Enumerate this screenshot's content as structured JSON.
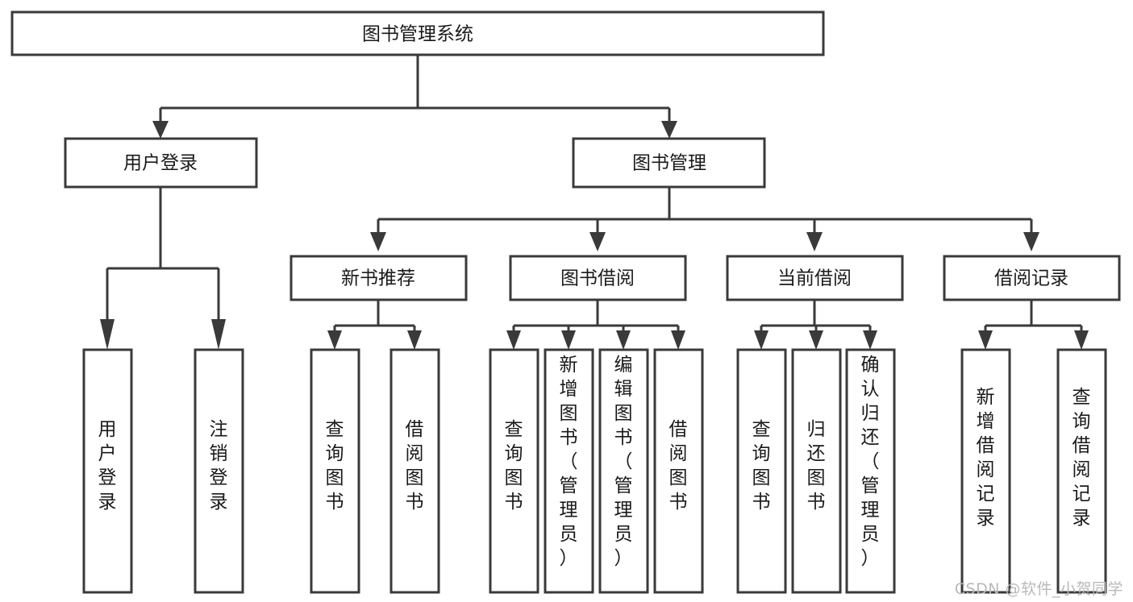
{
  "diagram": {
    "title": "图书管理系统",
    "type": "tree-hierarchy",
    "watermark": "CSDN @软件_小贺同学",
    "colors": {
      "stroke": "#3a3a3a",
      "fill": "#ffffff",
      "text": "#1a1a1a",
      "watermark": "#b9b9b9",
      "background": "#ffffff"
    },
    "nodes": {
      "root": {
        "label": "图书管理系统",
        "orientation": "horizontal"
      },
      "tier2": [
        {
          "id": "user-login",
          "label": "用户登录",
          "orientation": "horizontal"
        },
        {
          "id": "book-management",
          "label": "图书管理",
          "orientation": "horizontal"
        }
      ],
      "tier3": [
        {
          "id": "new-book-recommend",
          "label": "新书推荐",
          "orientation": "horizontal"
        },
        {
          "id": "book-borrow",
          "label": "图书借阅",
          "orientation": "horizontal"
        },
        {
          "id": "current-borrow",
          "label": "当前借阅",
          "orientation": "horizontal"
        },
        {
          "id": "borrow-record",
          "label": "借阅记录",
          "orientation": "horizontal"
        }
      ],
      "leaves": {
        "user-login": [
          {
            "id": "leaf-user-login",
            "label": "用户登录",
            "orientation": "vertical"
          },
          {
            "id": "leaf-user-logout",
            "label": "注销登录",
            "orientation": "vertical"
          }
        ],
        "new-book-recommend": [
          {
            "id": "leaf-query-book-1",
            "label": "查询图书",
            "orientation": "vertical"
          },
          {
            "id": "leaf-borrow-book-1",
            "label": "借阅图书",
            "orientation": "vertical"
          }
        ],
        "book-borrow": [
          {
            "id": "leaf-query-book-2",
            "label": "查询图书",
            "orientation": "vertical"
          },
          {
            "id": "leaf-add-book",
            "label": "新增图书（管理员）",
            "orientation": "vertical"
          },
          {
            "id": "leaf-edit-book",
            "label": "编辑图书（管理员）",
            "orientation": "vertical"
          },
          {
            "id": "leaf-borrow-book-2",
            "label": "借阅图书",
            "orientation": "vertical"
          }
        ],
        "current-borrow": [
          {
            "id": "leaf-query-book-3",
            "label": "查询图书",
            "orientation": "vertical"
          },
          {
            "id": "leaf-return-book",
            "label": "归还图书",
            "orientation": "vertical"
          },
          {
            "id": "leaf-confirm-return",
            "label": "确认归还（管理员）",
            "orientation": "vertical"
          }
        ],
        "borrow-record": [
          {
            "id": "leaf-add-record",
            "label": "新增借阅记录",
            "orientation": "vertical"
          },
          {
            "id": "leaf-query-record",
            "label": "查询借阅记录",
            "orientation": "vertical"
          }
        ]
      }
    }
  }
}
